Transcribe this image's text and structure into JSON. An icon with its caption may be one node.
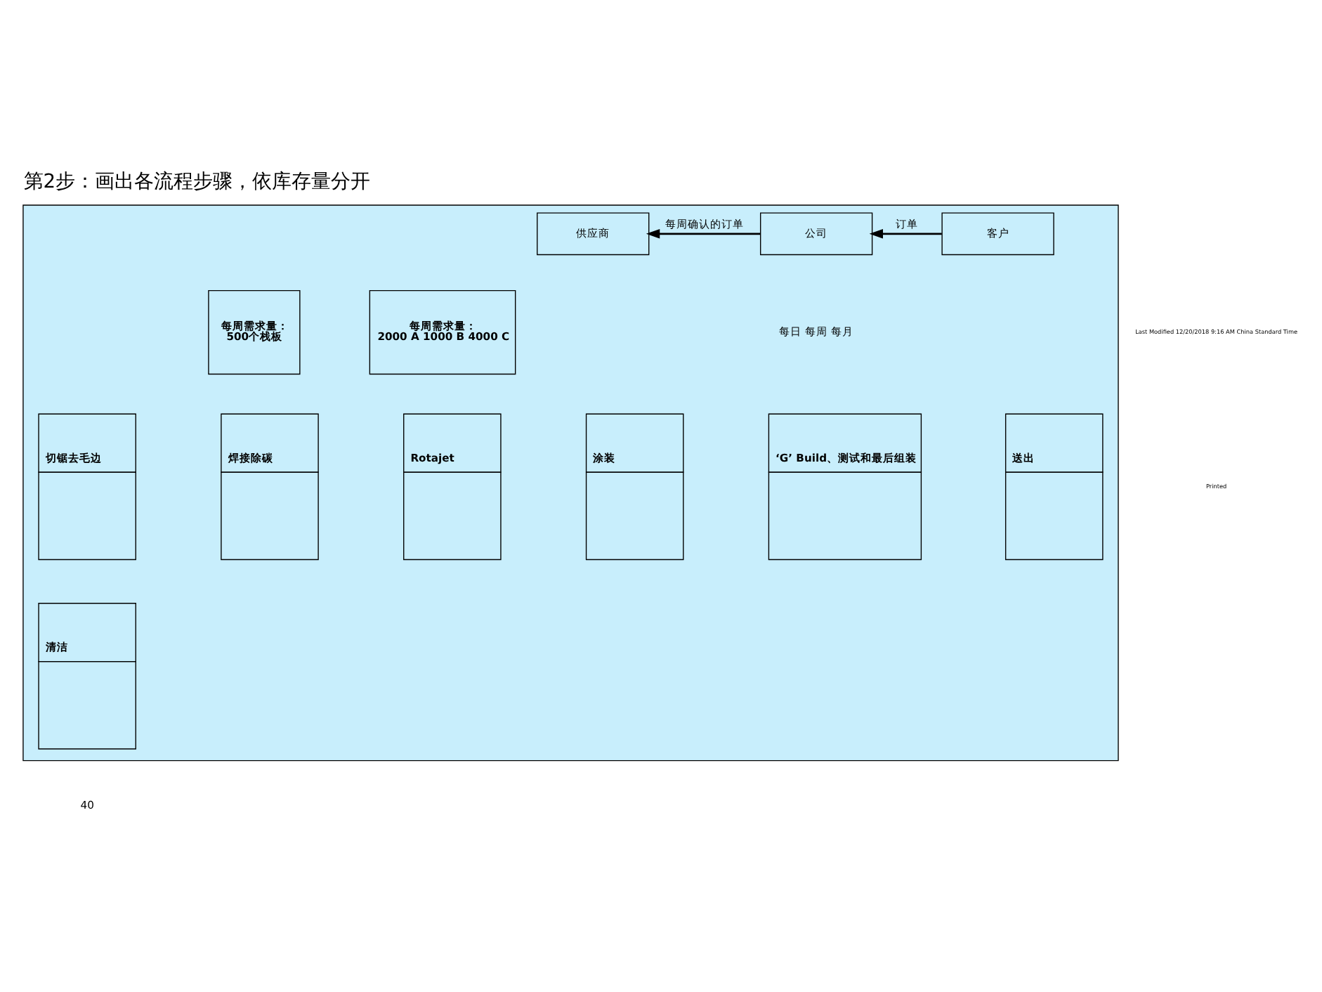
{
  "diagram": {
    "title": "第2步：画出各流程步骤，依库存量分开",
    "nodes": [
      {
        "text": [],
        "shape": "box"
      },
      {
        "text": [
          "供应商"
        ],
        "in": 0
      },
      {
        "text": [
          "公司"
        ],
        "in": 0
      },
      {
        "text": [
          "客户"
        ],
        "in": 0
      },
      {
        "text": [
          "每周需求量：",
          "500个栈板"
        ],
        "in": 0
      },
      {
        "text": [
          "每周需求量：",
          "2000 A 1000 B 4000 C"
        ],
        "in": 0
      },
      {
        "text": [
          "切锯去毛边"
        ],
        "in": 0
      },
      {
        "text": [
          "焊接除碳"
        ],
        "in": 0
      },
      {
        "text": [
          "Rotajet"
        ],
        "in": 0
      },
      {
        "text": [
          "涂装"
        ],
        "in": 0
      },
      {
        "text": [
          "‘G’ Build、测试和最后组装"
        ],
        "in": 0
      },
      {
        "text": [
          "送出"
        ],
        "in": 0
      },
      {
        "text": [
          "清洁"
        ],
        "in": 0
      }
    ],
    "edges": [
      {
        "from": 2,
        "to": 1,
        "arrow": "to",
        "label": "每周确认的订单"
      },
      {
        "from": 3,
        "to": 2,
        "arrow": "to",
        "label": "订单"
      }
    ],
    "labels": [
      "每日 每周 每月",
      "Last Modified 12/20/2018 9:16 AM China Standard Time",
      "Printed",
      "40"
    ]
  }
}
